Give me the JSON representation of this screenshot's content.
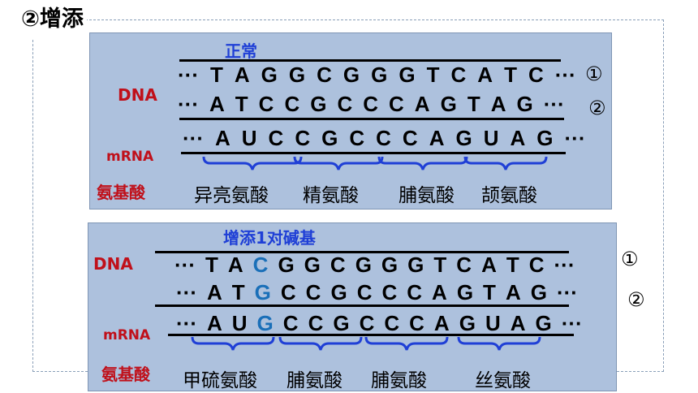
{
  "title": "②增添",
  "normal": {
    "label": "正常",
    "dna_label": "DNA",
    "mrna_label": "mRNA",
    "aa_label": "氨基酸",
    "strand1": [
      "···",
      "T",
      "A",
      "G",
      "G",
      "C",
      "G",
      "G",
      "G",
      "T",
      "C",
      "A",
      "T",
      "C",
      "···"
    ],
    "strand1_mark": "①",
    "strand2": [
      "···",
      "A",
      "T",
      "C",
      "C",
      "G",
      "C",
      "C",
      "C",
      "A",
      "G",
      "T",
      "A",
      "G",
      "···"
    ],
    "strand2_mark": "②",
    "mrna": [
      "···",
      "A",
      "U",
      "C",
      "C",
      "G",
      "C",
      "C",
      "C",
      "A",
      "G",
      "U",
      "A",
      "G",
      "···"
    ],
    "amino_acids": [
      "异亮氨酸",
      "精氨酸",
      "脯氨酸",
      "颉氨酸"
    ]
  },
  "insert": {
    "label": "增添1对碱基",
    "dna_label": "DNA",
    "mrna_label": "mRNA",
    "aa_label": "氨基酸",
    "strand1": [
      "···",
      "T",
      "A",
      "C",
      "G",
      "G",
      "C",
      "G",
      "G",
      "G",
      "T",
      "C",
      "A",
      "T",
      "C",
      "···"
    ],
    "strand1_mark": "①",
    "strand2": [
      "···",
      "A",
      "T",
      "G",
      "C",
      "C",
      "G",
      "C",
      "C",
      "C",
      "A",
      "G",
      "T",
      "A",
      "G",
      "···"
    ],
    "strand2_mark": "②",
    "mrna": [
      "···",
      "A",
      "U",
      "G",
      "C",
      "C",
      "G",
      "C",
      "C",
      "C",
      "A",
      "G",
      "U",
      "A",
      "G",
      "···"
    ],
    "amino_acids": [
      "甲硫氨酸",
      "脯氨酸",
      "脯氨酸",
      "丝氨酸"
    ]
  },
  "colors": {
    "inserted_base": "#1a6fb8",
    "label_blue": "#1f3fd6",
    "label_red": "#c0101a",
    "brace": "#1f3fd6"
  }
}
